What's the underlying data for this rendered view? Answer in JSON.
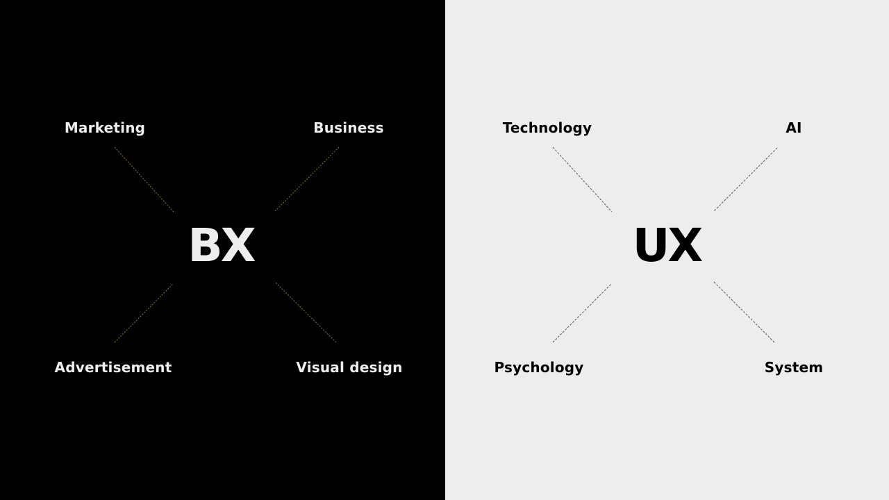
{
  "colors": {
    "left_background": "#000000",
    "right_background": "#ededed",
    "left_text": "#eeeeee",
    "right_text": "#000000",
    "left_line": "#8a7d3a",
    "right_line": "#555555"
  },
  "bx": {
    "title": "BX",
    "top_left": "Marketing",
    "top_right": "Business",
    "bottom_left": "Advertisement",
    "bottom_right": "Visual design"
  },
  "ux": {
    "title": "UX",
    "top_left": "Technology",
    "top_right": "AI",
    "bottom_left": "Psychology",
    "bottom_right": "System"
  }
}
